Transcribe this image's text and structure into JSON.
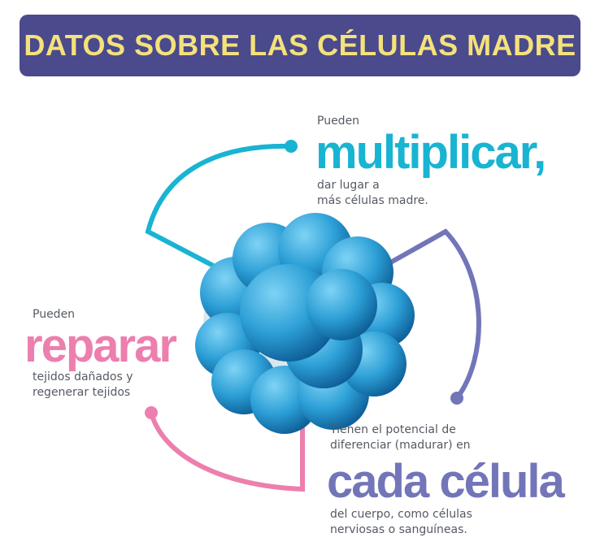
{
  "header": {
    "title": "DATOS SOBRE LAS CÉLULAS MADRE"
  },
  "colors": {
    "banner_bg": "#4b4a8c",
    "banner_text": "#f4e27a",
    "multiply": "#18b4d2",
    "repair": "#ec7fae",
    "cell": "#7275b8",
    "stem_cell": "#2c9fd6"
  },
  "facts": {
    "multiply": {
      "intro": "Pueden",
      "headline": "multiplicar,",
      "line1": "dar lugar a",
      "line2": "más células madre."
    },
    "repair": {
      "intro": "Pueden",
      "headline": "reparar",
      "line1": "tejidos dañados y",
      "line2": "regenerar tejidos"
    },
    "differentiate": {
      "intro1": "Tienen el potencial de",
      "intro2": "diferenciar (madurar) en",
      "headline": "cada célula",
      "line1": "del cuerpo, como células",
      "line2": "nerviosas o sanguíneas."
    }
  }
}
